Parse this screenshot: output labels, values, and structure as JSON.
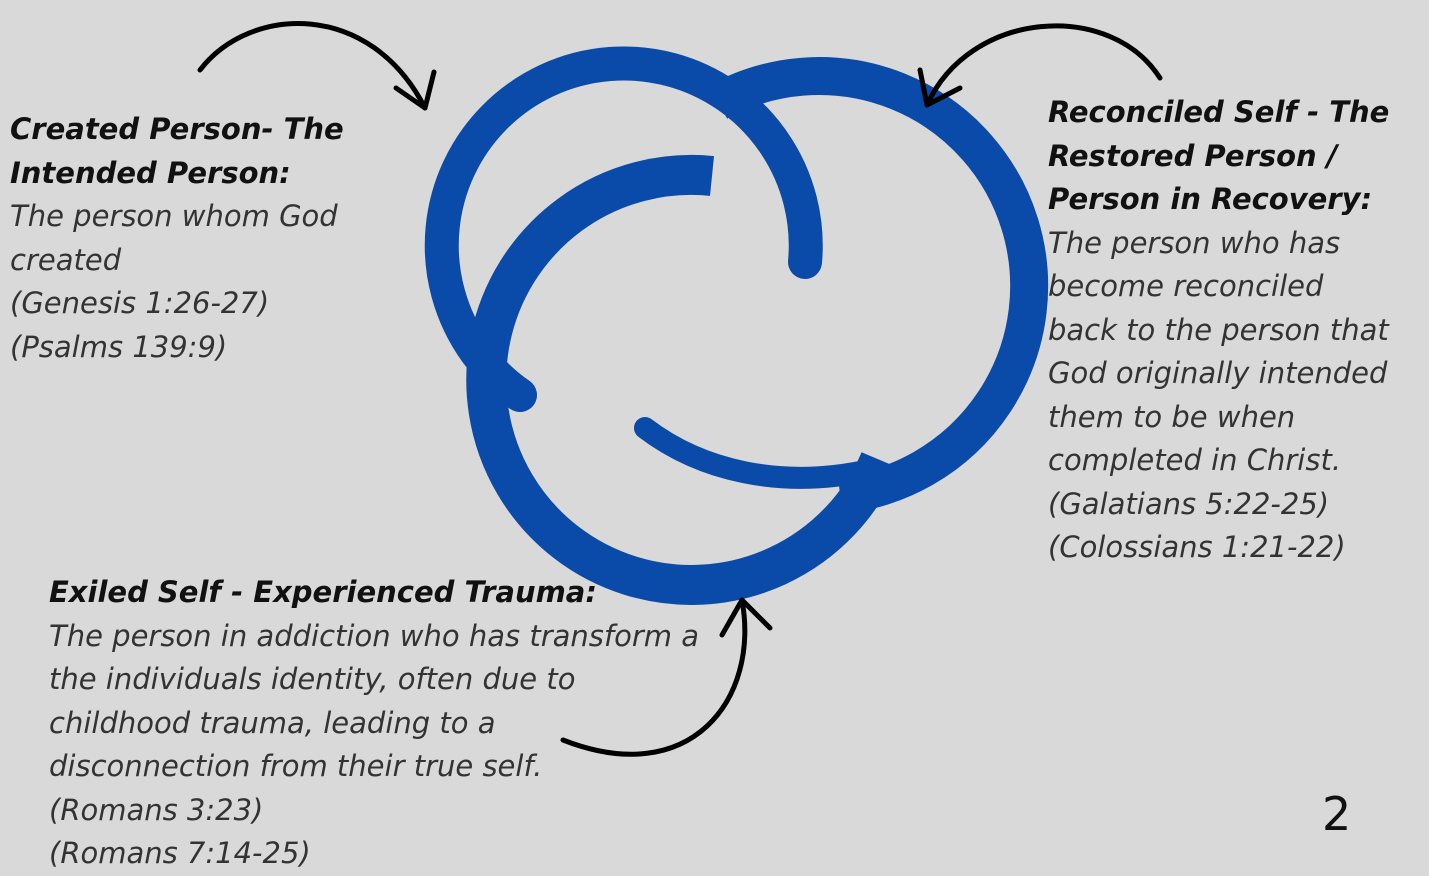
{
  "colors": {
    "background": "#d9d9d9",
    "logo_blue": "#0a4aa8",
    "arrow": "#000000",
    "heading_text": "#111111",
    "body_text": "#333333"
  },
  "logo": {
    "icon": "three-interlocking-rings-logo"
  },
  "arrows": [
    {
      "name": "curved-arrow-top-left-icon"
    },
    {
      "name": "curved-arrow-top-right-icon"
    },
    {
      "name": "curved-arrow-bottom-icon"
    }
  ],
  "created": {
    "heading": [
      "Created Person- The",
      "Intended Person:"
    ],
    "body": [
      "The person whom God",
      "created",
      "(Genesis 1:26-27)",
      "(Psalms 139:9)"
    ]
  },
  "reconciled": {
    "heading": [
      "Reconciled Self - The",
      "Restored Person /",
      "Person in Recovery:"
    ],
    "body": [
      "The person who has",
      "become reconciled",
      "back to the person that",
      "God originally intended",
      "them to be when",
      "completed in Christ.",
      "(Galatians 5:22-25)",
      "(Colossians 1:21-22)"
    ]
  },
  "exiled": {
    "heading": [
      "Exiled Self - Experienced Trauma:"
    ],
    "body": [
      "The person in addiction who has transform a",
      "the individuals identity, often due to",
      "childhood trauma, leading to a",
      "disconnection from their true self.",
      "(Romans 3:23)",
      "(Romans 7:14-25)"
    ]
  },
  "page_number": "2"
}
